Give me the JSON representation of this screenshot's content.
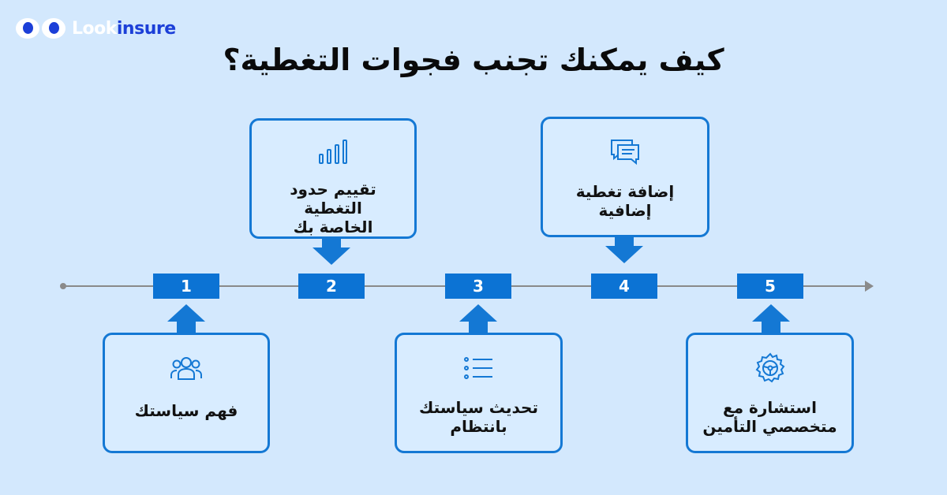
{
  "brand": {
    "part1": "Look",
    "part2": "insure"
  },
  "title": "كيف يمكنك تجنب فجوات التغطية؟",
  "colors": {
    "background": "#d3e8fd",
    "accent": "#0c73d4",
    "border": "#1478d4",
    "brand_blue": "#1c3fd8"
  },
  "steps": [
    {
      "number": "1",
      "icon": "users-icon",
      "lines": [
        "فهم سياستك"
      ]
    },
    {
      "number": "2",
      "icon": "bar-chart-icon",
      "lines": [
        "تقييم حدود التغطية",
        "الخاصة بك"
      ]
    },
    {
      "number": "3",
      "icon": "list-icon",
      "lines": [
        "تحديث سياستك",
        "بانتظام"
      ]
    },
    {
      "number": "4",
      "icon": "chat-icon",
      "lines": [
        "إضافة تغطية",
        "إضافية"
      ]
    },
    {
      "number": "5",
      "icon": "steering-wheel-icon",
      "lines": [
        "استشارة مع",
        "متخصصي التأمين"
      ]
    }
  ]
}
